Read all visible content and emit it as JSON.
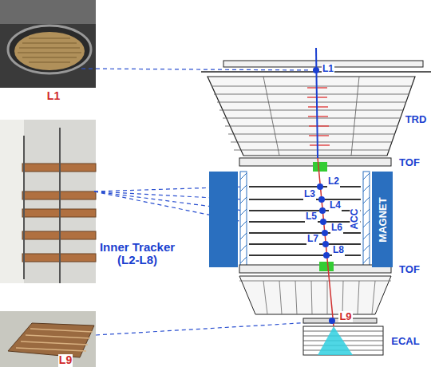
{
  "diagram": {
    "nodes": [
      {
        "text": [
          "MAGNET"
        ]
      }
    ],
    "labels": [
      "L1",
      "L1",
      "TRD",
      "TOF",
      "L2",
      "L3",
      "L4",
      "L5",
      "L6",
      "L7",
      "L8",
      "ACC",
      "TOF",
      "Inner Tracker (L2-L8)",
      "L9",
      "ECAL",
      "L9"
    ]
  }
}
